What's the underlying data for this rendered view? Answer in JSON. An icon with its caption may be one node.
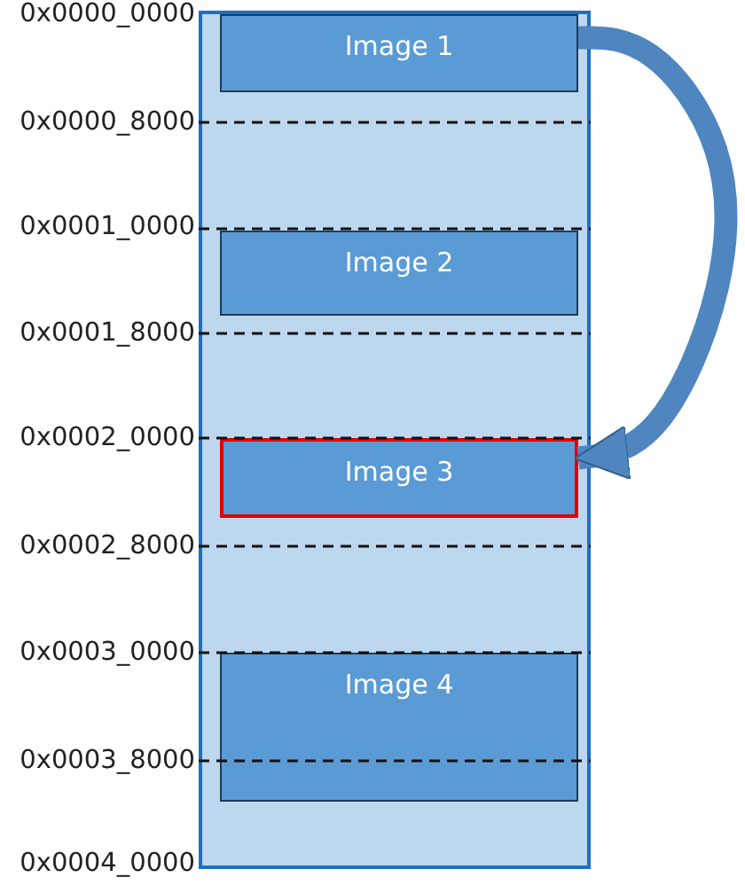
{
  "diagram": {
    "nodes": [
      {
        "text": [],
        "shape": "box"
      },
      {
        "text": [
          "Image 1"
        ],
        "in": 0
      },
      {
        "text": [
          "Image 2"
        ],
        "in": 0
      },
      {
        "text": [
          "Image 3"
        ],
        "in": 0
      },
      {
        "text": [
          "Image 4"
        ],
        "in": 0
      }
    ],
    "edges": [
      {
        "from": 1,
        "to": 3,
        "arrow": "to"
      }
    ],
    "labels": [
      "0x0000_0000",
      "0x0000_8000",
      "0x0001_0000",
      "0x0001_8000",
      "0x0002_0000",
      "0x0002_8000",
      "0x0003_0000",
      "0x0003_8000",
      "0x0004_0000"
    ]
  }
}
